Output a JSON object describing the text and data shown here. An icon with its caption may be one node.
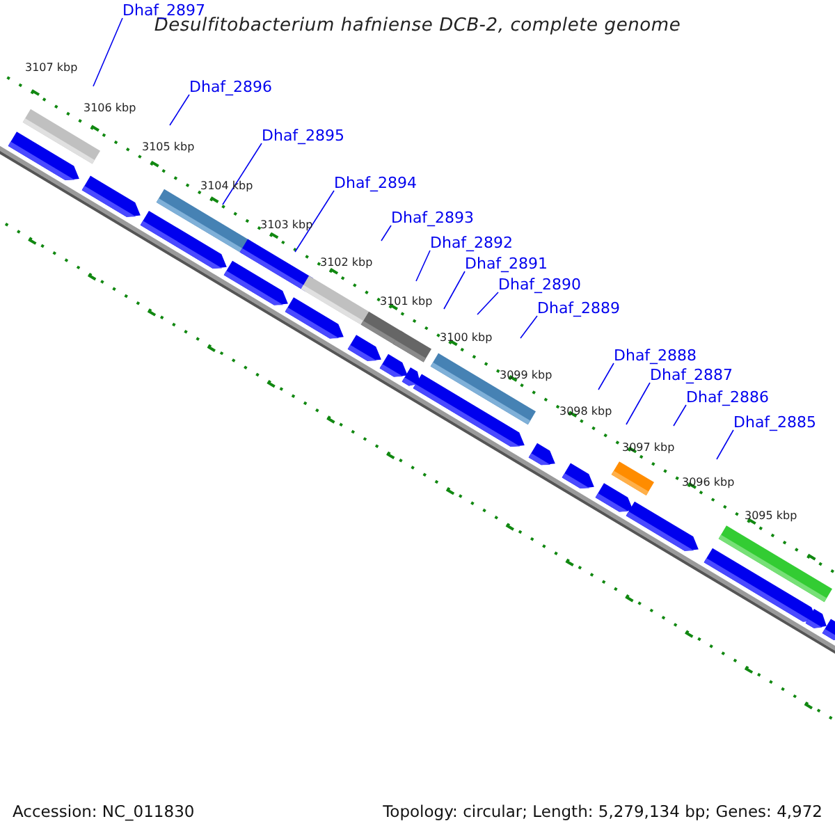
{
  "diagram": {
    "title": "Desulfitobacterium hafniense DCB-2, complete genome",
    "nodes": [
      {
        "text": [
          "Dhaf_2897"
        ]
      },
      {
        "text": [
          "Dhaf_2896"
        ]
      },
      {
        "text": [
          "Dhaf_2895"
        ]
      },
      {
        "text": [
          "Dhaf_2894"
        ]
      },
      {
        "text": [
          "Dhaf_2893"
        ]
      },
      {
        "text": [
          "Dhaf_2892"
        ]
      },
      {
        "text": [
          "Dhaf_2891"
        ]
      },
      {
        "text": [
          "Dhaf_2890"
        ]
      },
      {
        "text": [
          "Dhaf_2889"
        ]
      },
      {
        "text": [
          "Dhaf_2888"
        ]
      },
      {
        "text": [
          "Dhaf_2887"
        ]
      },
      {
        "text": [
          "Dhaf_2886"
        ]
      },
      {
        "text": [
          "Dhaf_2885"
        ]
      }
    ],
    "edges": [
      {
        "from": 0,
        "to": null,
        "arrow": "none"
      },
      {
        "from": 1,
        "to": null,
        "arrow": "none"
      },
      {
        "from": 2,
        "to": null,
        "arrow": "none"
      },
      {
        "from": 3,
        "to": null,
        "arrow": "none"
      },
      {
        "from": 4,
        "to": null,
        "arrow": "none"
      },
      {
        "from": 5,
        "to": null,
        "arrow": "none"
      },
      {
        "from": 6,
        "to": null,
        "arrow": "none"
      },
      {
        "from": 7,
        "to": null,
        "arrow": "none"
      },
      {
        "from": 8,
        "to": null,
        "arrow": "none"
      },
      {
        "from": 9,
        "to": null,
        "arrow": "none"
      },
      {
        "from": 10,
        "to": null,
        "arrow": "none"
      },
      {
        "from": 11,
        "to": null,
        "arrow": "none"
      },
      {
        "from": 12,
        "to": null,
        "arrow": "none"
      }
    ],
    "labels": [
      "3107 kbp",
      "3106 kbp",
      "3105 kbp",
      "3104 kbp",
      "3103 kbp",
      "3102 kbp",
      "3101 kbp",
      "3100 kbp",
      "3099 kbp",
      "3098 kbp",
      "3097 kbp",
      "3096 kbp",
      "3095 kbp",
      "Accession: NC_011830",
      "Topology: circular; Length: 5,279,134 bp; Genes: 4,972"
    ]
  }
}
